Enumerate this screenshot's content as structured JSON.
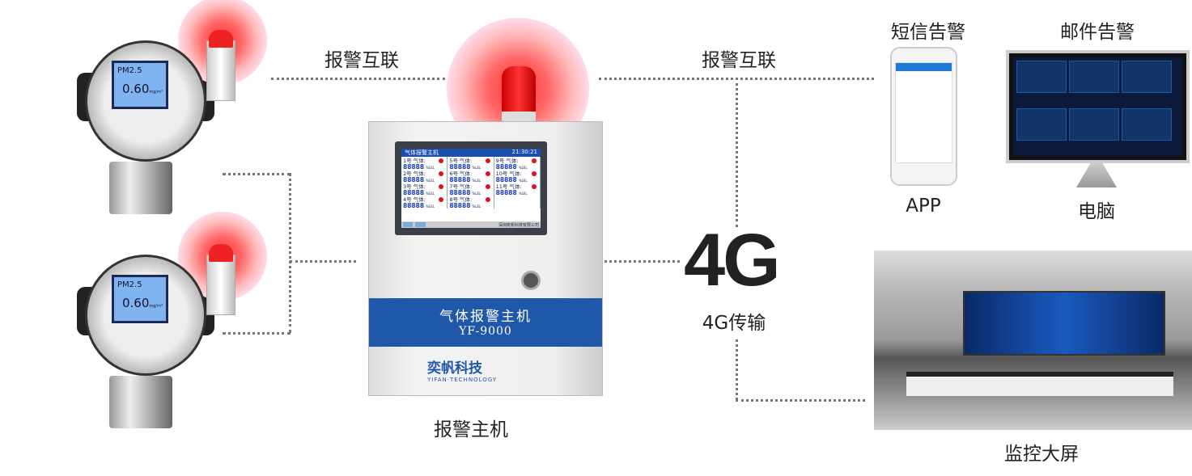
{
  "labels": {
    "link_left": "报警互联",
    "link_right": "报警互联",
    "host": "报警主机",
    "sms": "短信告警",
    "email": "邮件告警",
    "app": "APP",
    "pc": "电脑",
    "big_screen": "监控大屏",
    "transmission_big": "4G",
    "transmission": "4G传输"
  },
  "detector": {
    "title": "智能气体检测报警仪",
    "reading_name": "PM2.5",
    "reading_value": "0.60",
    "unit": "mg/m³"
  },
  "host_panel": {
    "screen_title": "气体报警主机",
    "screen_time": "21:30:21",
    "channels": [
      {
        "label": "1号 气体:",
        "value": "88888",
        "unit": "%LEL"
      },
      {
        "label": "2号 气体:",
        "value": "88888",
        "unit": "%LEL"
      },
      {
        "label": "3号 气体:",
        "value": "88888",
        "unit": "%LEL"
      },
      {
        "label": "4号 气体:",
        "value": "88888",
        "unit": "%LEL"
      },
      {
        "label": "5号 气体:",
        "value": "88888",
        "unit": "%LEL"
      },
      {
        "label": "6号 气体:",
        "value": "88888",
        "unit": "%LEL"
      },
      {
        "label": "7号 气体:",
        "value": "88888",
        "unit": "%LEL"
      },
      {
        "label": "8号 气体:",
        "value": "88888",
        "unit": "%LEL"
      },
      {
        "label": "9号 气体:",
        "value": "88888",
        "unit": "%LEL"
      },
      {
        "label": "10号 气体:",
        "value": "88888",
        "unit": "%LEL"
      },
      {
        "label": "11号 气体:",
        "value": "88888",
        "unit": "%LEL"
      }
    ],
    "footer_company": "深圳奕帆科技有限公司",
    "name": "气体报警主机",
    "model": "YF-9000",
    "brand": "奕帆科技",
    "brand_en": "YIFAN·TECHNOLOGY"
  },
  "colors": {
    "panel_band": "#1f58a8",
    "alarm_glow": "#ff3333"
  }
}
